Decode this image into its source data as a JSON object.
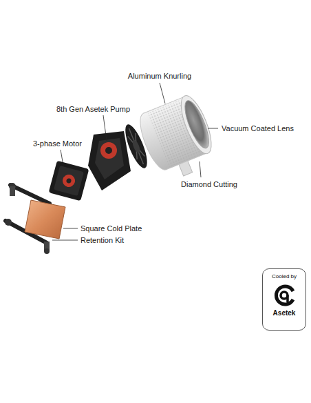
{
  "diagram": {
    "nodes": [
      {
        "text": [
          "Cooled by",
          "Asetek"
        ]
      }
    ],
    "labels": [
      "Aluminum Knurling",
      "8th Gen Asetek Pump",
      "Vacuum Coated Lens",
      "3-phase Motor",
      "Diamond Cutting",
      "Square Cold Plate",
      "Retention Kit"
    ]
  }
}
